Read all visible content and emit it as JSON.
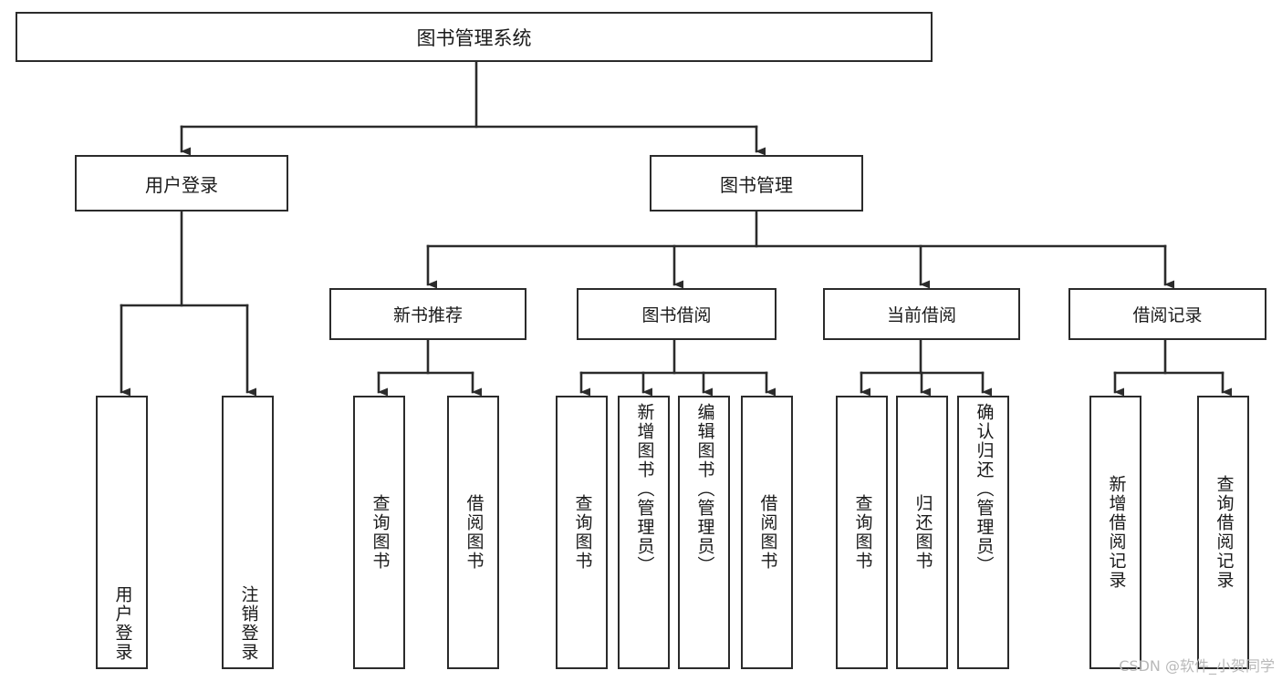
{
  "diagram": {
    "type": "tree",
    "title": "图书管理系统",
    "watermark": "CSDN @软件_小贺同学",
    "line_color": "#2b2b2b",
    "box_fill": "#ffffff",
    "text_color": "#1a1a1a",
    "nodes": {
      "root": {
        "label": "图书管理系统"
      },
      "user_login": {
        "label": "用户登录"
      },
      "book_mgmt": {
        "label": "图书管理"
      },
      "new_book_rec": {
        "label": "新书推荐"
      },
      "book_borrow": {
        "label": "图书借阅"
      },
      "current_borrow": {
        "label": "当前借阅"
      },
      "borrow_record": {
        "label": "借阅记录"
      },
      "leaf_user_login": {
        "label": "用户登录"
      },
      "leaf_logout": {
        "label": "注销登录"
      },
      "leaf_query_books_a": {
        "label": "查询图书"
      },
      "leaf_borrow_books_a": {
        "label": "借阅图书"
      },
      "leaf_query_books_b": {
        "label": "查询图书"
      },
      "leaf_add_book": {
        "label": "新增图书（管理员）"
      },
      "leaf_edit_book": {
        "label": "编辑图书（管理员）"
      },
      "leaf_borrow_books_b": {
        "label": "借阅图书"
      },
      "leaf_query_books_c": {
        "label": "查询图书"
      },
      "leaf_return_books": {
        "label": "归还图书"
      },
      "leaf_confirm_return": {
        "label": "确认归还（管理员）"
      },
      "leaf_add_record": {
        "label": "新增借阅记录"
      },
      "leaf_query_record": {
        "label": "查询借阅记录"
      }
    },
    "hierarchy": [
      {
        "label": "图书管理系统",
        "children": [
          {
            "label": "用户登录",
            "children": [
              {
                "label": "用户登录"
              },
              {
                "label": "注销登录"
              }
            ]
          },
          {
            "label": "图书管理",
            "children": [
              {
                "label": "新书推荐",
                "children": [
                  {
                    "label": "查询图书"
                  },
                  {
                    "label": "借阅图书"
                  }
                ]
              },
              {
                "label": "图书借阅",
                "children": [
                  {
                    "label": "查询图书"
                  },
                  {
                    "label": "新增图书（管理员）"
                  },
                  {
                    "label": "编辑图书（管理员）"
                  },
                  {
                    "label": "借阅图书"
                  }
                ]
              },
              {
                "label": "当前借阅",
                "children": [
                  {
                    "label": "查询图书"
                  },
                  {
                    "label": "归还图书"
                  },
                  {
                    "label": "确认归还（管理员）"
                  }
                ]
              },
              {
                "label": "借阅记录",
                "children": [
                  {
                    "label": "新增借阅记录"
                  },
                  {
                    "label": "查询借阅记录"
                  }
                ]
              }
            ]
          }
        ]
      }
    ]
  }
}
